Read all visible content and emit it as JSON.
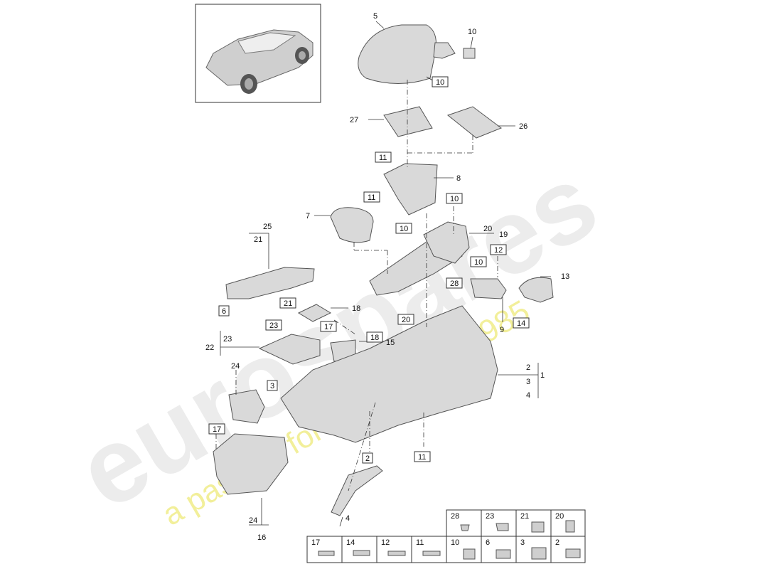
{
  "watermark": {
    "brand": "eurospares",
    "tagline": "a passion for parts since 1985"
  },
  "colors": {
    "part_fill": "#d9d9d9",
    "part_stroke": "#555555",
    "line": "#333333",
    "watermark_brand": "#ececec",
    "watermark_tagline": "#f2ef9a"
  },
  "callouts": {
    "c1": "1",
    "c2": "2",
    "c3": "3",
    "c4": "4",
    "c5": "5",
    "c6": "6",
    "c7": "7",
    "c8": "8",
    "c9": "9",
    "c10": "10",
    "c11": "11",
    "c12": "12",
    "c13": "13",
    "c14": "14",
    "c15": "15",
    "c16": "16",
    "c17": "17",
    "c18": "18",
    "c19": "19",
    "c20": "20",
    "c21": "21",
    "c22": "22",
    "c23": "23",
    "c24": "24",
    "c25": "25",
    "c26": "26",
    "c27": "27",
    "c28": "28"
  },
  "fastener_legend": {
    "top_row": [
      "28",
      "23",
      "21",
      "20"
    ],
    "bottom_row": [
      "17",
      "14",
      "12",
      "11",
      "10",
      "6",
      "3",
      "2"
    ]
  }
}
